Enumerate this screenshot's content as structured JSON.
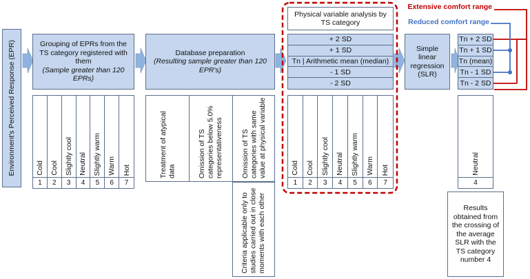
{
  "epr_label": "Environment's Perceived Response (EPR)",
  "step1": {
    "title": "Grouping of EPRs from the TS category registered with them",
    "subtitle": "(Sample greater than 120 EPRs)",
    "categories": [
      {
        "num": "1",
        "label": "Cold"
      },
      {
        "num": "2",
        "label": "Cool"
      },
      {
        "num": "3",
        "label": "Slightly cool"
      },
      {
        "num": "4",
        "label": "Neutral"
      },
      {
        "num": "5",
        "label": "Slightly warm"
      },
      {
        "num": "6",
        "label": "Warm"
      },
      {
        "num": "7",
        "label": "Hot"
      }
    ]
  },
  "step2": {
    "title": "Database preparation",
    "subtitle": "(Resulting sample greater than 120 EPR's)",
    "criteria": [
      "Treatment of atypical data",
      "Omission of TS categories below 5.0% representativeness",
      "Omission of TS categories with same value at physical variable"
    ],
    "note": "Criteria applicable only to studies carried out in close moments with each other"
  },
  "step3": {
    "title": "Physical variable analysis by TS category",
    "rows": [
      "+ 2 SD",
      "+ 1 SD",
      "Tn | Arithmetic mean (median)",
      "- 1 SD",
      "- 2 SD"
    ],
    "categories": [
      {
        "num": "1",
        "label": "Cold"
      },
      {
        "num": "2",
        "label": "Cool"
      },
      {
        "num": "3",
        "label": "Slightly cool"
      },
      {
        "num": "4",
        "label": "Neutral"
      },
      {
        "num": "5",
        "label": "Slightly warm"
      },
      {
        "num": "6",
        "label": "Warm"
      },
      {
        "num": "7",
        "label": "Hot"
      }
    ]
  },
  "step4": {
    "title": "Simple linear regression (SLR)"
  },
  "step5": {
    "rows": [
      "Tn + 2 SD",
      "Tn + 1 SD",
      "Tn (mean)",
      "Tn - 1 SD",
      "Tn - 2 SD"
    ],
    "category": {
      "num": "4",
      "label": "Neutral"
    },
    "note": "Results obtained from the crossing of the average SLR with the TS category number 4"
  },
  "legend": {
    "extensive": "Extensive comfort range",
    "reduced": "Reduced comfort range"
  },
  "colors": {
    "box_fill": "#c5d6ee",
    "box_border": "#5a6e8c",
    "arrow": "#8fb3e0",
    "dashed_border": "#c00000",
    "extensive": "#c00000",
    "reduced": "#4472c4"
  }
}
